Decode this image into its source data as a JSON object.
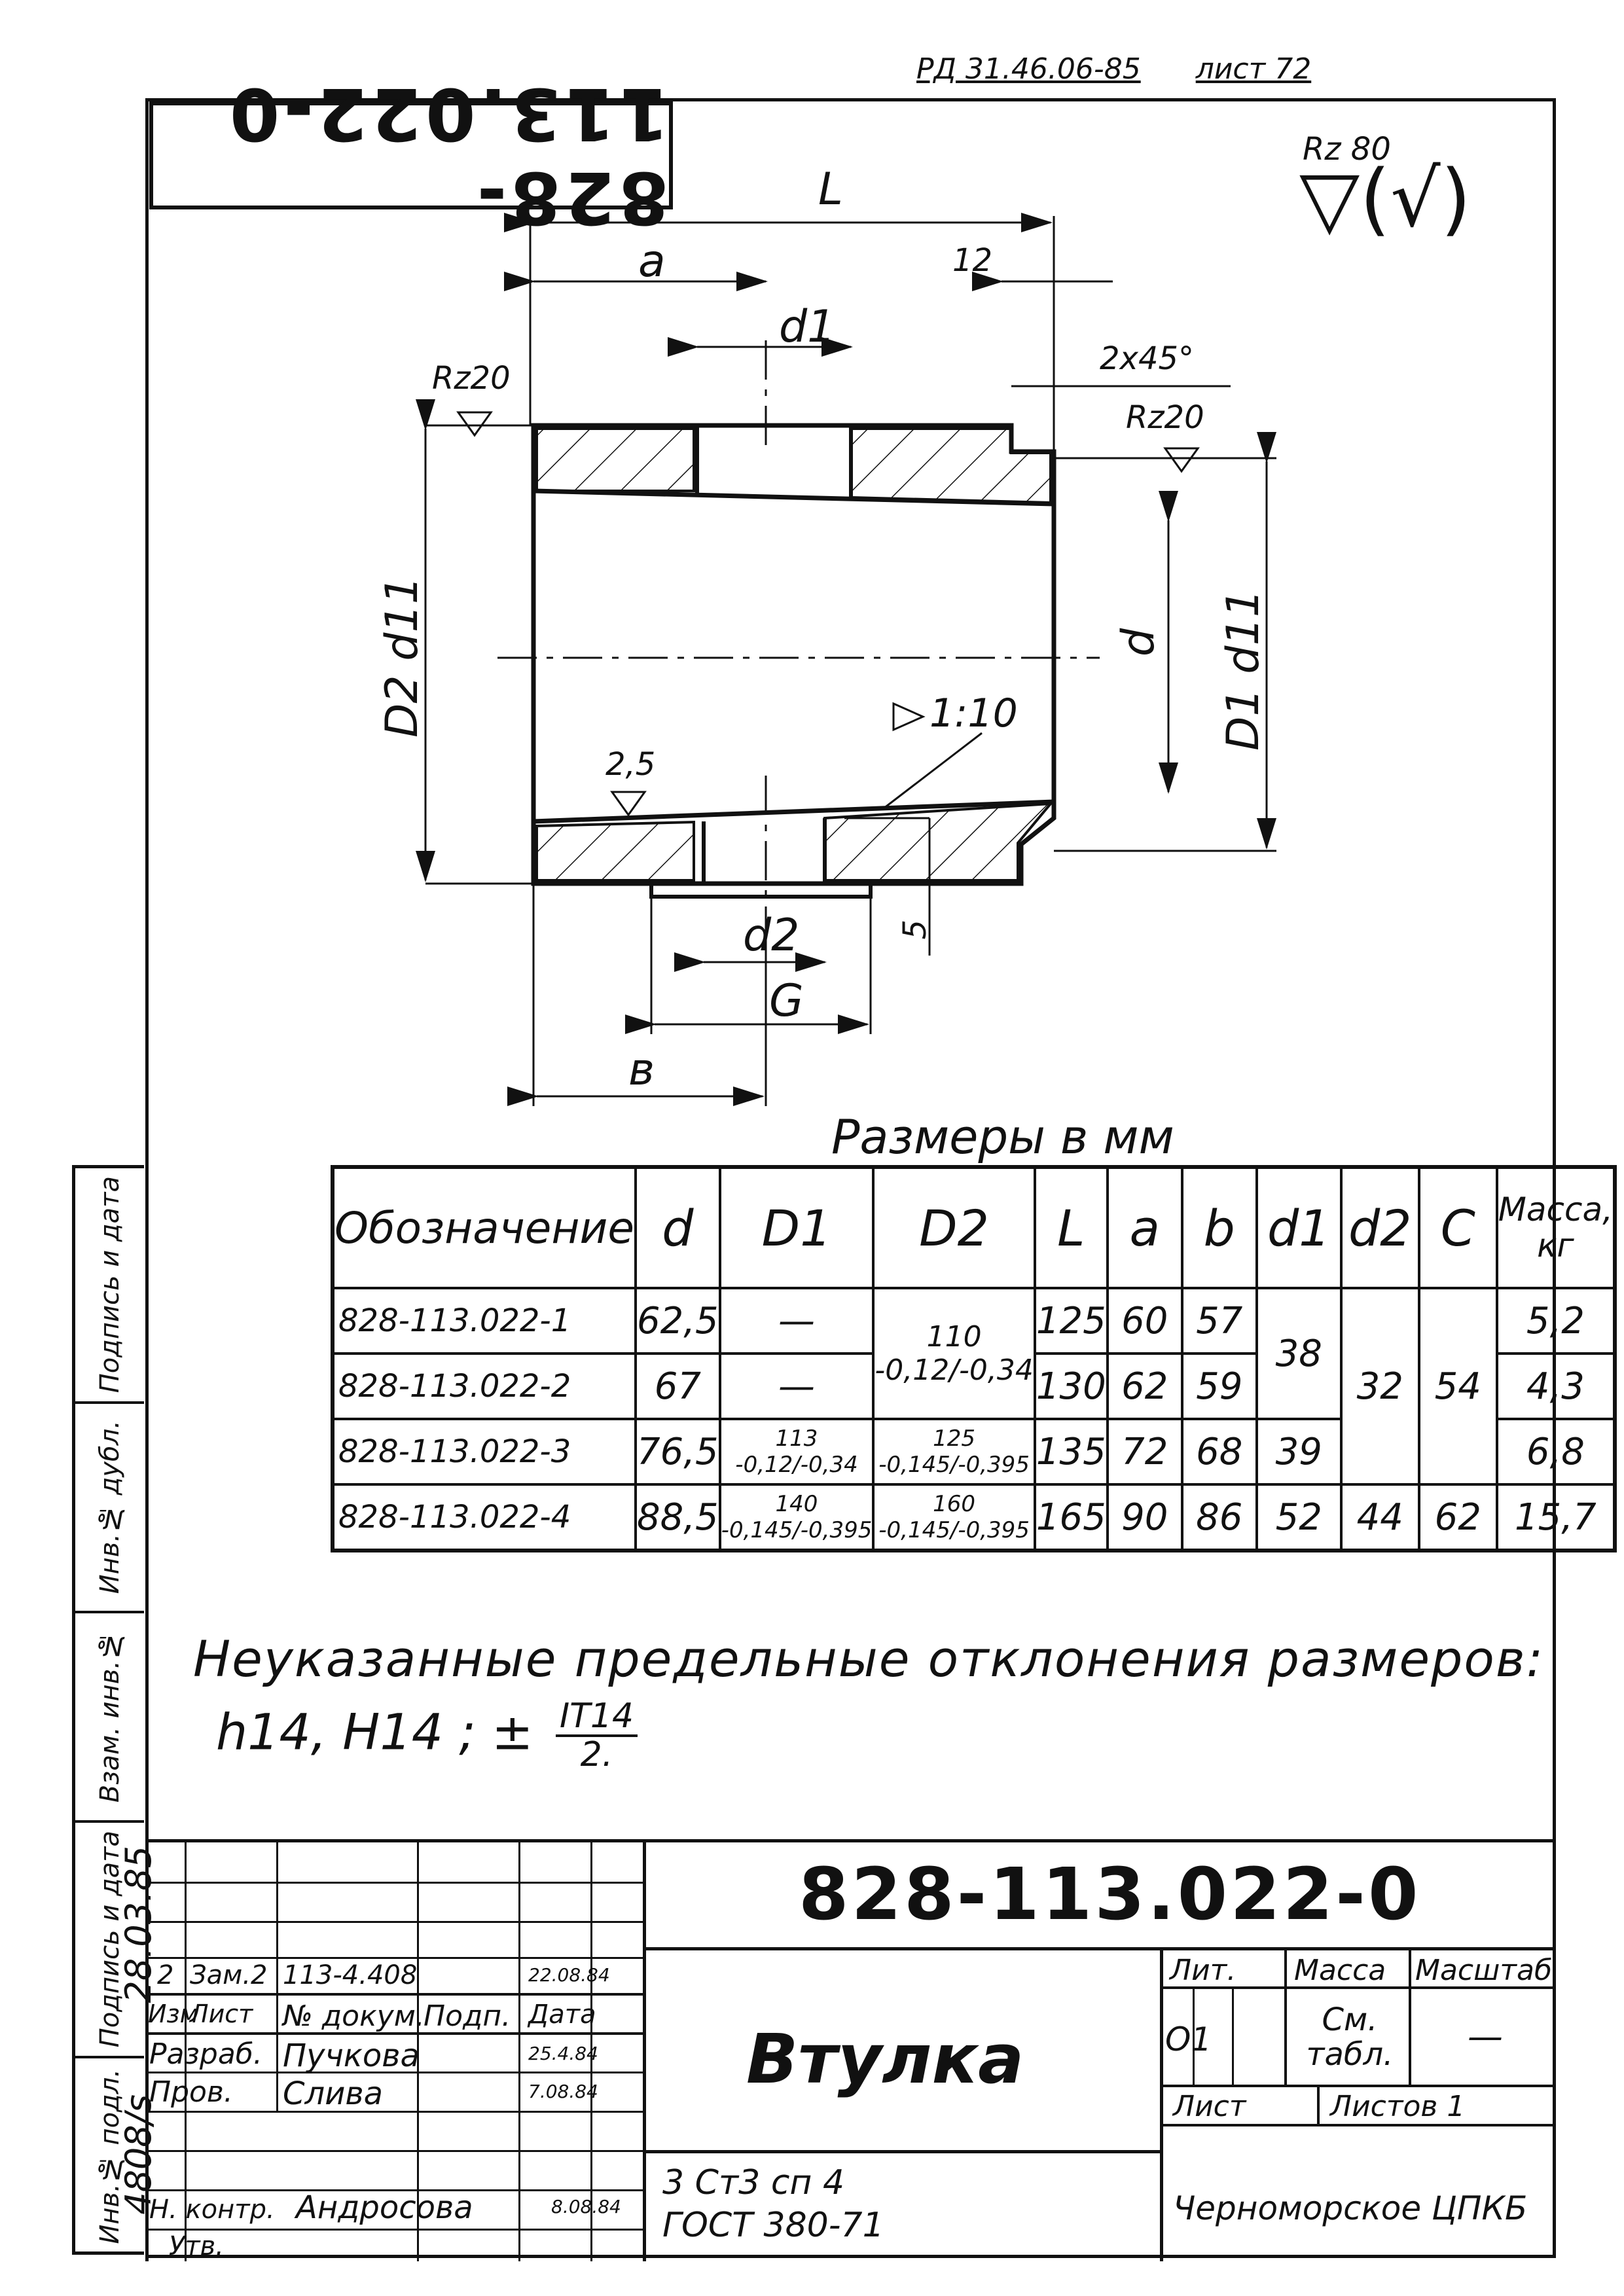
{
  "header": {
    "doc_ref": "РД 31.46.06-85",
    "sheet_ref": "лист 72",
    "stamp_code": "828-113.022-0",
    "roughness_main": "Rz 80",
    "roughness_rest": "(√)"
  },
  "drawing": {
    "dim_L": "L",
    "dim_a": "a",
    "dim_d1": "d1",
    "dim_12": "12",
    "chamfer": "2x45°",
    "rz20_left": "Rz20",
    "rz20_right": "Rz20",
    "dim_D2": "D2 d11",
    "dim_D1": "D1 d11",
    "dim_d": "d",
    "taper": "1:10",
    "rough_25": "2,5",
    "dim_d2": "d2",
    "dim_5": "5",
    "dim_G": "G",
    "dim_b": "в"
  },
  "table": {
    "caption": "Размеры в мм",
    "headers": [
      "Обозначение",
      "d",
      "D1",
      "D2",
      "L",
      "a",
      "b",
      "d1",
      "d2",
      "C",
      "Масса, кг"
    ],
    "rows": [
      {
        "desig": "828-113.022-1",
        "d": "62,5",
        "D1": "—",
        "L": "125",
        "a": "60",
        "b": "57",
        "mass": "5,2"
      },
      {
        "desig": "828-113.022-2",
        "d": "67",
        "D1": "—",
        "L": "130",
        "a": "62",
        "b": "59",
        "mass": "4,3"
      },
      {
        "desig": "828-113.022-3",
        "d": "76,5",
        "D1": "113 -0,12/-0,34",
        "D2": "125 -0,145/-0,395",
        "L": "135",
        "a": "72",
        "b": "68",
        "d1": "39",
        "mass": "6,8"
      },
      {
        "desig": "828-113.022-4",
        "d": "88,5",
        "D1": "140 -0,145/-0,395",
        "D2": "160 -0,145/-0,395",
        "L": "165",
        "a": "90",
        "b": "86",
        "d1": "52",
        "d2": "44",
        "C": "62",
        "mass": "15,7"
      }
    ],
    "merged": {
      "D2_rows12": "110 -0,12/-0,34",
      "d1_rows12": "38",
      "d2_rows123": "32",
      "C_rows123": "54"
    }
  },
  "notes": {
    "line1": "Неуказанные предельные отклонения размеров:",
    "line2": "h14, H14 ; ±",
    "frac_num": "IT14",
    "frac_den": "2."
  },
  "left_strip": [
    "Подпись и дата",
    "Инв.№ дубл.",
    "Взам. инв.№",
    "Подпись и дата",
    "Инв.№ подл."
  ],
  "left_strip_values": {
    "date": "28.03.85",
    "inv": "4808/s"
  },
  "title_block": {
    "doc_number": "828-113.022-0",
    "part_name": "Втулка",
    "material_line1": "3 Ст3 сп 4",
    "material_line2": "ГОСТ 380-71",
    "lit_label": "Лит.",
    "mass_label": "Масса",
    "scale_label": "Масштаб",
    "lit_value": "О1",
    "mass_value": "См. табл.",
    "scale_value": "—",
    "sheet_label": "Лист",
    "sheets_label": "Листов 1",
    "org": "Черноморское ЦПКБ",
    "change_row": {
      "n": "2",
      "change": "Зам.2",
      "doc": "113-4.408",
      "date": "22.08.84"
    },
    "col_headers": [
      "Изм",
      "Лист",
      "№ докум.",
      "Подп.",
      "Дата"
    ],
    "rows": [
      {
        "role": "Разраб.",
        "name": "Пучкова",
        "date": "25.4.84"
      },
      {
        "role": "Пров.",
        "name": "Слива",
        "date": "7.08.84"
      },
      {
        "role": "Н. контр.",
        "name": "Андросова",
        "date": "8.08.84"
      },
      {
        "role": "Утв.",
        "name": "",
        "date": ""
      }
    ]
  }
}
